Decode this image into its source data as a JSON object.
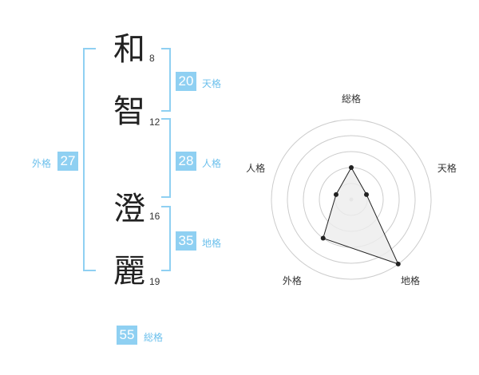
{
  "name": {
    "chars": [
      {
        "char": "和",
        "strokes": "8"
      },
      {
        "char": "智",
        "strokes": "12"
      },
      {
        "char": "澄",
        "strokes": "16"
      },
      {
        "char": "麗",
        "strokes": "19"
      }
    ]
  },
  "fortunes": {
    "ten": {
      "value": "20",
      "label": "天格"
    },
    "jin": {
      "value": "28",
      "label": "人格"
    },
    "chi": {
      "value": "35",
      "label": "地格"
    },
    "gai": {
      "value": "27",
      "label": "外格"
    },
    "sou": {
      "value": "55",
      "label": "総格"
    }
  },
  "colors": {
    "accent": "#8fd0f2",
    "label": "#6cc0ec",
    "radar_fill": "#ececec",
    "grid": "#cccccc"
  },
  "chart_data": {
    "type": "radar",
    "axes": [
      "総格",
      "天格",
      "地格",
      "外格",
      "人格"
    ],
    "values": [
      2,
      1,
      5,
      3,
      1
    ],
    "max": 5,
    "rings": 5
  }
}
